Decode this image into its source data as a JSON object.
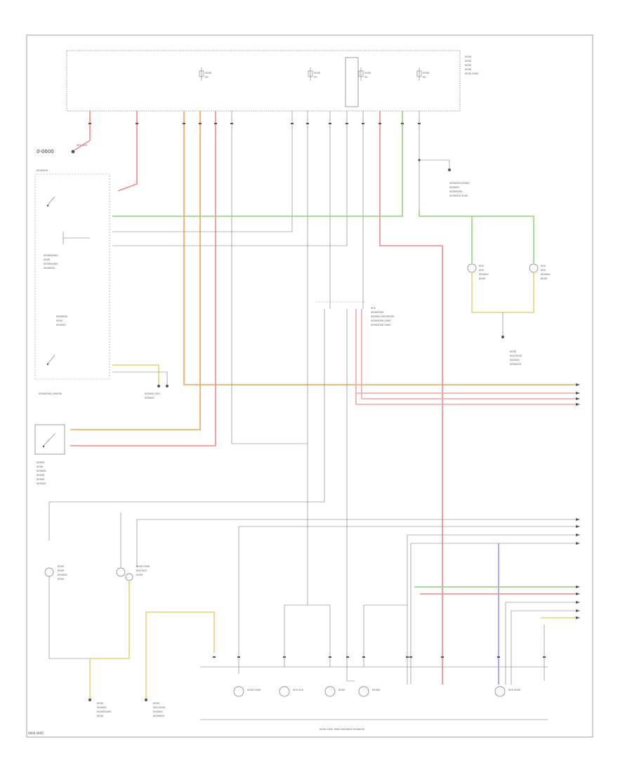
{
  "page_code": "0-0000",
  "page_footer": "0000 0000",
  "colors": {
    "orange": "#f4a55c",
    "red": "#f08a8a",
    "green": "#8fd47a",
    "yellow": "#e7d27a",
    "blue": "#9a9af2",
    "pink": "#f2a7a7",
    "gray": "#aaaaaa",
    "dark": "#555555"
  },
  "labels": {
    "fuse_block": [
      "0000",
      "0000",
      "0000",
      "0000",
      "0000 0000"
    ],
    "hot_at_all": "000 000",
    "battery": "0000000",
    "switch_bank": [
      "000000000",
      "0000",
      "000000000",
      "0000000"
    ],
    "turn_signal": [
      "0000000",
      "0000",
      "000000"
    ],
    "headlight_switch": "00000000 000000",
    "headlight_ground": [
      "000000 000",
      "000000"
    ],
    "brake_switch": [
      "00000",
      "0000",
      "000000",
      "00000",
      "00000",
      "000000"
    ],
    "license_lamp": [
      "0000000 00000",
      "000000",
      "00000000",
      "0000000 0000"
    ],
    "right_marker": [
      "000",
      "000",
      "000000",
      "0000"
    ],
    "left_marker": [
      "000",
      "000",
      "000000",
      "0000"
    ],
    "ground_r": [
      "0000",
      "000 0000",
      "000000",
      "0000000"
    ],
    "tail_connector": [
      "000",
      "00000000",
      "000000 00000000",
      "00000000 0000",
      "00000000 0000"
    ],
    "lf_lamp": [
      "0000",
      "0000",
      "000000",
      "0000"
    ],
    "lf_turn": [
      "0000 0000",
      "000 000",
      "0000"
    ],
    "ground_l": [
      "0000",
      "000000",
      "000000000",
      "0000"
    ],
    "ground_l2": [
      "0000",
      "000 0000",
      "000000",
      "0000000"
    ],
    "tail_bulbs": [
      "0000 0000",
      "000 000",
      "0000",
      "00000",
      "000 0000"
    ],
    "tail_cluster": "0000 0000 0000 0000000 0000000"
  }
}
